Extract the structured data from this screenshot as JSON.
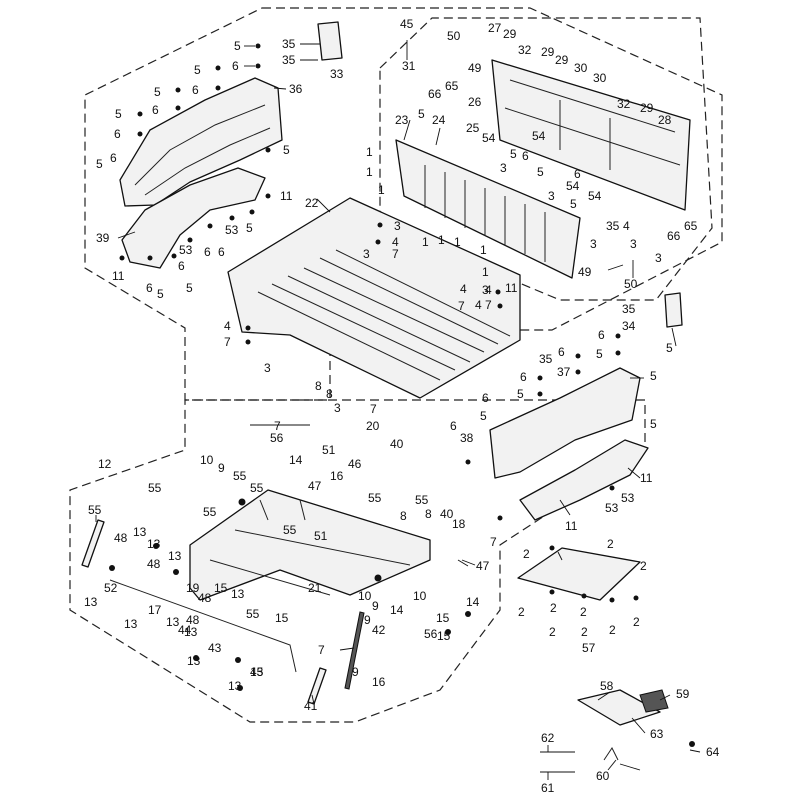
{
  "callouts": [
    {
      "id": "c1",
      "text": "35"
    },
    {
      "id": "c2",
      "text": "35"
    },
    {
      "id": "c3",
      "text": "33"
    },
    {
      "id": "c4",
      "text": "45"
    },
    {
      "id": "c5",
      "text": "50"
    },
    {
      "id": "c6",
      "text": "27"
    },
    {
      "id": "c7",
      "text": "29"
    },
    {
      "id": "c8",
      "text": "29"
    },
    {
      "id": "c9",
      "text": "32"
    },
    {
      "id": "c10",
      "text": "29"
    },
    {
      "id": "c11",
      "text": "30"
    },
    {
      "id": "c12",
      "text": "30"
    },
    {
      "id": "c13",
      "text": "31"
    },
    {
      "id": "c14",
      "text": "49"
    },
    {
      "id": "c15",
      "text": "65"
    },
    {
      "id": "c16",
      "text": "66"
    },
    {
      "id": "c17",
      "text": "26"
    },
    {
      "id": "c18",
      "text": "32"
    },
    {
      "id": "c19",
      "text": "29"
    },
    {
      "id": "c20",
      "text": "28"
    },
    {
      "id": "c21",
      "text": "5"
    },
    {
      "id": "c22",
      "text": "6"
    },
    {
      "id": "c23",
      "text": "5"
    },
    {
      "id": "c24",
      "text": "6"
    },
    {
      "id": "c25",
      "text": "36"
    },
    {
      "id": "c26",
      "text": "5"
    },
    {
      "id": "c27",
      "text": "6"
    },
    {
      "id": "c28",
      "text": "5"
    },
    {
      "id": "c29",
      "text": "6"
    },
    {
      "id": "c30",
      "text": "5"
    },
    {
      "id": "c31",
      "text": "6"
    },
    {
      "id": "c32",
      "text": "5"
    },
    {
      "id": "c33",
      "text": "11"
    },
    {
      "id": "c34",
      "text": "39"
    },
    {
      "id": "c35",
      "text": "11"
    },
    {
      "id": "c36",
      "text": "6"
    },
    {
      "id": "c37",
      "text": "5"
    },
    {
      "id": "c38",
      "text": "6"
    },
    {
      "id": "c39",
      "text": "5"
    },
    {
      "id": "c40",
      "text": "53"
    },
    {
      "id": "c41",
      "text": "6"
    },
    {
      "id": "c42",
      "text": "53"
    },
    {
      "id": "c43",
      "text": "6"
    },
    {
      "id": "c44",
      "text": "5"
    },
    {
      "id": "c45",
      "text": "22"
    },
    {
      "id": "c46",
      "text": "23"
    },
    {
      "id": "c47",
      "text": "5"
    },
    {
      "id": "c48",
      "text": "24"
    },
    {
      "id": "c49",
      "text": "25"
    },
    {
      "id": "c50",
      "text": "54"
    },
    {
      "id": "c51",
      "text": "1"
    },
    {
      "id": "c52",
      "text": "1"
    },
    {
      "id": "c53",
      "text": "1"
    },
    {
      "id": "c54",
      "text": "3"
    },
    {
      "id": "c55",
      "text": "4"
    },
    {
      "id": "c56",
      "text": "7"
    },
    {
      "id": "c57",
      "text": "1"
    },
    {
      "id": "c58",
      "text": "1"
    },
    {
      "id": "c59",
      "text": "1"
    },
    {
      "id": "c60",
      "text": "1"
    },
    {
      "id": "c61",
      "text": "1"
    },
    {
      "id": "c62",
      "text": "11"
    },
    {
      "id": "c63",
      "text": "3"
    },
    {
      "id": "c64",
      "text": "4"
    },
    {
      "id": "c65",
      "text": "5"
    },
    {
      "id": "c66",
      "text": "6"
    },
    {
      "id": "c67",
      "text": "54"
    },
    {
      "id": "c68",
      "text": "5"
    },
    {
      "id": "c69",
      "text": "3"
    },
    {
      "id": "c70",
      "text": "6"
    },
    {
      "id": "c71",
      "text": "54"
    },
    {
      "id": "c72",
      "text": "5"
    },
    {
      "id": "c73",
      "text": "3"
    },
    {
      "id": "c74",
      "text": "54"
    },
    {
      "id": "c75",
      "text": "35"
    },
    {
      "id": "c76",
      "text": "4"
    },
    {
      "id": "c77",
      "text": "3"
    },
    {
      "id": "c78",
      "text": "66"
    },
    {
      "id": "c79",
      "text": "65"
    },
    {
      "id": "c80",
      "text": "3"
    },
    {
      "id": "c81",
      "text": "49"
    },
    {
      "id": "c82",
      "text": "50"
    },
    {
      "id": "c83",
      "text": "3"
    },
    {
      "id": "c84",
      "text": "4"
    },
    {
      "id": "c85",
      "text": "7"
    },
    {
      "id": "c86",
      "text": "35"
    },
    {
      "id": "c87",
      "text": "35"
    },
    {
      "id": "c88",
      "text": "34"
    },
    {
      "id": "c89",
      "text": "5"
    },
    {
      "id": "c90",
      "text": "6"
    },
    {
      "id": "c91",
      "text": "5"
    },
    {
      "id": "c92",
      "text": "6"
    },
    {
      "id": "c93",
      "text": "37"
    },
    {
      "id": "c94",
      "text": "5"
    },
    {
      "id": "c95",
      "text": "6"
    },
    {
      "id": "c96",
      "text": "5"
    },
    {
      "id": "c97",
      "text": "5"
    },
    {
      "id": "c98",
      "text": "6"
    },
    {
      "id": "c99",
      "text": "5"
    },
    {
      "id": "c100",
      "text": "6"
    },
    {
      "id": "c101",
      "text": "38"
    },
    {
      "id": "c102",
      "text": "11"
    },
    {
      "id": "c103",
      "text": "53"
    },
    {
      "id": "c104",
      "text": "53"
    },
    {
      "id": "c105",
      "text": "11"
    },
    {
      "id": "c106",
      "text": "7"
    },
    {
      "id": "c107",
      "text": "3"
    },
    {
      "id": "c108",
      "text": "4"
    },
    {
      "id": "c109",
      "text": "7"
    },
    {
      "id": "c110",
      "text": "3"
    },
    {
      "id": "c111",
      "text": "4"
    },
    {
      "id": "c112",
      "text": "7"
    },
    {
      "id": "c113",
      "text": "40"
    },
    {
      "id": "c114",
      "text": "8"
    },
    {
      "id": "c115",
      "text": "8"
    },
    {
      "id": "c116",
      "text": "3"
    },
    {
      "id": "c117",
      "text": "7"
    },
    {
      "id": "c118",
      "text": "20"
    },
    {
      "id": "c119",
      "text": "7"
    },
    {
      "id": "c120",
      "text": "56"
    },
    {
      "id": "c121",
      "text": "51"
    },
    {
      "id": "c122",
      "text": "46"
    },
    {
      "id": "c123",
      "text": "12"
    },
    {
      "id": "c124",
      "text": "10"
    },
    {
      "id": "c125",
      "text": "9"
    },
    {
      "id": "c126",
      "text": "55"
    },
    {
      "id": "c127",
      "text": "14"
    },
    {
      "id": "c128",
      "text": "47"
    },
    {
      "id": "c129",
      "text": "55"
    },
    {
      "id": "c130",
      "text": "55"
    },
    {
      "id": "c131",
      "text": "16"
    },
    {
      "id": "c132",
      "text": "55"
    },
    {
      "id": "c133",
      "text": "55"
    },
    {
      "id": "c134",
      "text": "55"
    },
    {
      "id": "c135",
      "text": "55"
    },
    {
      "id": "c136",
      "text": "51"
    },
    {
      "id": "c137",
      "text": "55"
    },
    {
      "id": "c138",
      "text": "8"
    },
    {
      "id": "c139",
      "text": "8"
    },
    {
      "id": "c140",
      "text": "40"
    },
    {
      "id": "c141",
      "text": "18"
    },
    {
      "id": "c142",
      "text": "48"
    },
    {
      "id": "c143",
      "text": "13"
    },
    {
      "id": "c144",
      "text": "13"
    },
    {
      "id": "c145",
      "text": "48"
    },
    {
      "id": "c146",
      "text": "13"
    },
    {
      "id": "c147",
      "text": "19"
    },
    {
      "id": "c148",
      "text": "15"
    },
    {
      "id": "c149",
      "text": "13"
    },
    {
      "id": "c150",
      "text": "52"
    },
    {
      "id": "c151",
      "text": "48"
    },
    {
      "id": "c152",
      "text": "13"
    },
    {
      "id": "c153",
      "text": "55"
    },
    {
      "id": "c154",
      "text": "21"
    },
    {
      "id": "c155",
      "text": "47"
    },
    {
      "id": "c156",
      "text": "10"
    },
    {
      "id": "c157",
      "text": "9"
    },
    {
      "id": "c158",
      "text": "10"
    },
    {
      "id": "c159",
      "text": "14"
    },
    {
      "id": "c160",
      "text": "14"
    },
    {
      "id": "c161",
      "text": "15"
    },
    {
      "id": "c162",
      "text": "13"
    },
    {
      "id": "c163",
      "text": "17"
    },
    {
      "id": "c164",
      "text": "13"
    },
    {
      "id": "c165",
      "text": "48"
    },
    {
      "id": "c166",
      "text": "15"
    },
    {
      "id": "c167",
      "text": "44"
    },
    {
      "id": "c168",
      "text": "13"
    },
    {
      "id": "c169",
      "text": "43"
    },
    {
      "id": "c170",
      "text": "9"
    },
    {
      "id": "c171",
      "text": "42"
    },
    {
      "id": "c172",
      "text": "7"
    },
    {
      "id": "c173",
      "text": "56"
    },
    {
      "id": "c174",
      "text": "15"
    },
    {
      "id": "c175",
      "text": "13"
    },
    {
      "id": "c176",
      "text": "15"
    },
    {
      "id": "c177",
      "text": "13"
    },
    {
      "id": "c178",
      "text": "43"
    },
    {
      "id": "c179",
      "text": "9"
    },
    {
      "id": "c180",
      "text": "16"
    },
    {
      "id": "c181",
      "text": "41"
    },
    {
      "id": "c182",
      "text": "2"
    },
    {
      "id": "c183",
      "text": "2"
    },
    {
      "id": "c184",
      "text": "2"
    },
    {
      "id": "c185",
      "text": "2"
    },
    {
      "id": "c186",
      "text": "2"
    },
    {
      "id": "c187",
      "text": "2"
    },
    {
      "id": "c188",
      "text": "2"
    },
    {
      "id": "c189",
      "text": "2"
    },
    {
      "id": "c190",
      "text": "2"
    },
    {
      "id": "c191",
      "text": "2"
    },
    {
      "id": "c192",
      "text": "57"
    },
    {
      "id": "c193",
      "text": "58"
    },
    {
      "id": "c194",
      "text": "59"
    },
    {
      "id": "c195",
      "text": "63"
    },
    {
      "id": "c196",
      "text": "62"
    },
    {
      "id": "c197",
      "text": "64"
    },
    {
      "id": "c198",
      "text": "61"
    },
    {
      "id": "c199",
      "text": "60"
    }
  ]
}
